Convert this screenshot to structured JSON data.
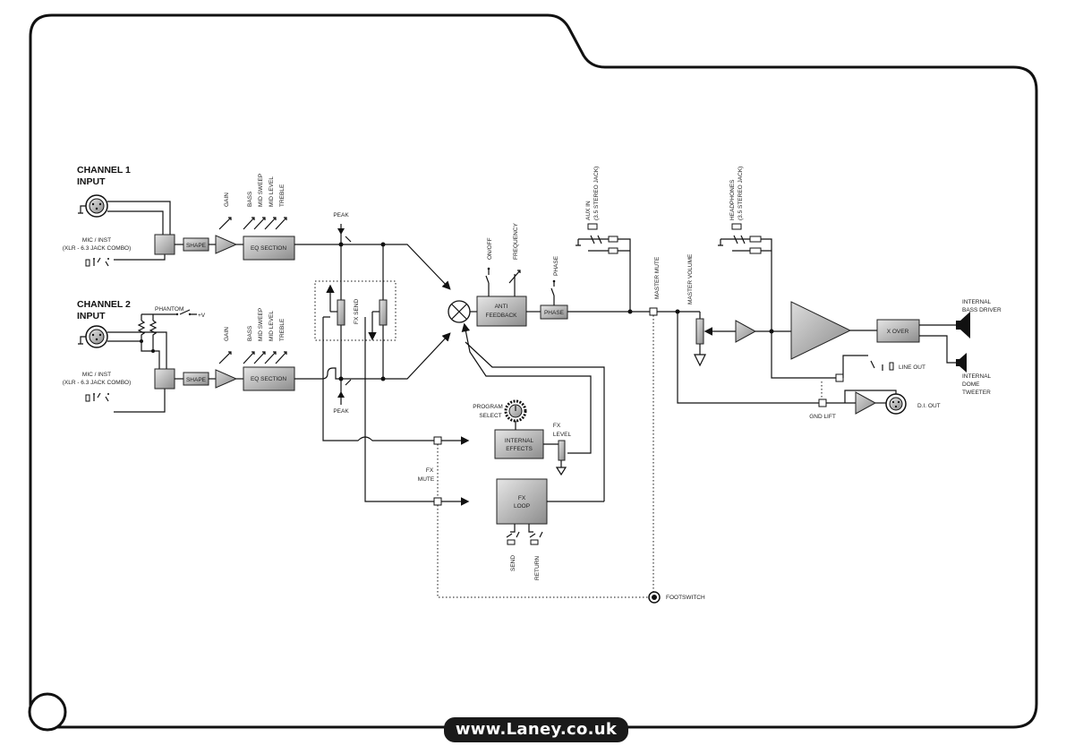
{
  "channel1": {
    "title_line1": "CHANNEL 1",
    "title_line2": "INPUT",
    "mic_line1": "MIC / INST",
    "mic_line2": "(XLR - 6.3 JACK COMBO)"
  },
  "channel2": {
    "title_line1": "CHANNEL 2",
    "title_line2": "INPUT",
    "mic_line1": "MIC / INST",
    "mic_line2": "(XLR - 6.3 JACK COMBO)",
    "phantom": "PHANTOM",
    "plus_v": "+V"
  },
  "blocks": {
    "shape": "SHAPE",
    "eq_section": "EQ SECTION",
    "anti_feedback_1": "ANTI",
    "anti_feedback_2": "FEEDBACK",
    "phase": "PHASE",
    "internal_effects_1": "INTERNAL",
    "internal_effects_2": "EFFECTS",
    "fx_loop_1": "FX",
    "fx_loop_2": "LOOP",
    "x_over": "X OVER"
  },
  "eq_controls": [
    "GAIN",
    "BASS",
    "MID SWEEP",
    "MID LEVEL",
    "TREBLE"
  ],
  "labels": {
    "peak": "PEAK",
    "fx_send": "FX SEND",
    "on_off": "ON/OFF",
    "frequency": "FREQUENCY",
    "phase_switch": "PHASE",
    "aux_in_1": "AUX IN",
    "aux_in_2": "(3.5 STEREO JACK)",
    "master_mute": "MASTER MUTE",
    "master_volume": "MASTER VOLUME",
    "headphones_1": "HEADPHONES",
    "headphones_2": "(3.5 STEREO JACK)",
    "internal_bass_1": "INTERNAL",
    "internal_bass_2": "BASS DRIVER",
    "internal_dome_1": "INTERNAL",
    "internal_dome_2": "DOME",
    "internal_dome_3": "TWEETER",
    "line_out": "LINE OUT",
    "gnd_lift": "GND LIFT",
    "di_out": "D.I. OUT",
    "program_select_1": "PROGRAM",
    "program_select_2": "SELECT",
    "fx_level_1": "FX",
    "fx_level_2": "LEVEL",
    "fx_mute_1": "FX",
    "fx_mute_2": "MUTE",
    "send": "SEND",
    "return": "RETURN",
    "footswitch": "FOOTSWITCH"
  },
  "footer": {
    "url": "www.Laney.co.uk"
  }
}
